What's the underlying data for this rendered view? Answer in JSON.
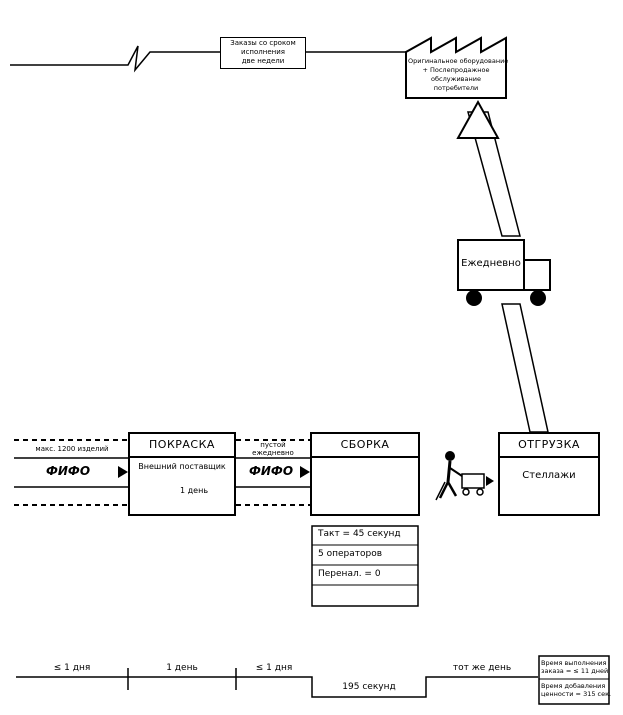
{
  "customer_order": {
    "line1": "Заказы со сроком",
    "line2": "исполнения",
    "line3": "две недели"
  },
  "customer": {
    "line1": "Оригинальное оборудование",
    "line2": "+ Послепродажное",
    "line3": "обслуживание",
    "line4": "потребители"
  },
  "truck": {
    "label": "Ежедневно"
  },
  "fifo_left": {
    "max_label": "макс. 1200 изделий",
    "fifo": "ФИФО"
  },
  "fifo_mid": {
    "label1": "пустой",
    "label2": "ежедневно",
    "fifo": "ФИФО"
  },
  "paint": {
    "title": "ПОКРАСКА",
    "supplier": "Внешний поставщик",
    "inventory": "1 день"
  },
  "assembly": {
    "title": "СБОРКА",
    "data": [
      "Такт = 45 секунд",
      "5 операторов",
      "Перенал. = 0"
    ]
  },
  "shipping": {
    "title": "ОТГРУЗКА",
    "label": "Стеллажи"
  },
  "timeline": {
    "seg1": "≤ 1 дня",
    "seg2": "1 день",
    "seg3": "≤ 1 дня",
    "seg4": "тот же день",
    "process": "195 секунд",
    "lead_label1": "Время выполнения",
    "lead_label2": "заказа = ≤ 11 дней",
    "va_label1": "Время добавления",
    "va_label2": "ценности = 315 сек."
  }
}
